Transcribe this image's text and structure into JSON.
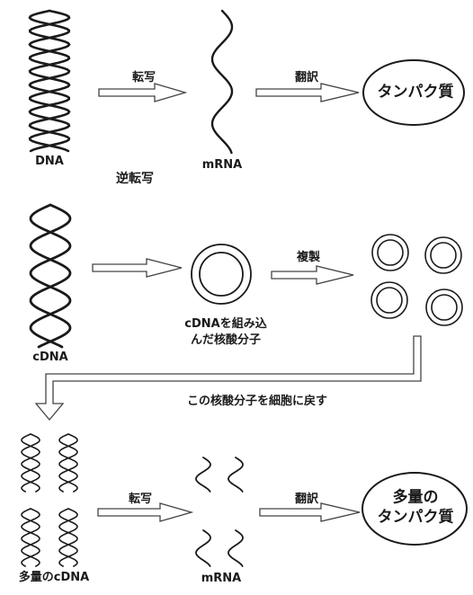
{
  "row1": {
    "dna_label": "DNA",
    "transcription_label": "転写",
    "mrna_label": "mRNA",
    "translation_label": "翻訳",
    "protein_label": "タンパク質"
  },
  "reverse_transcription_label": "逆転写",
  "row2": {
    "cdna_label": "cDNA",
    "plasmid_label_line1": "cDNAを組み込",
    "plasmid_label_line2": "んだ核酸分子",
    "replication_label": "複製"
  },
  "return_label": "この核酸分子を細胞に戻す",
  "row3": {
    "many_cdna_label": "多量のcDNA",
    "transcription_label": "転写",
    "mrna_label": "mRNA",
    "translation_label": "翻訳",
    "protein_line1": "多量の",
    "protein_line2": "タンパク質"
  },
  "colors": {
    "ink": "#1a1a1a",
    "arrow_fill": "#ffffff",
    "background": "#ffffff"
  }
}
